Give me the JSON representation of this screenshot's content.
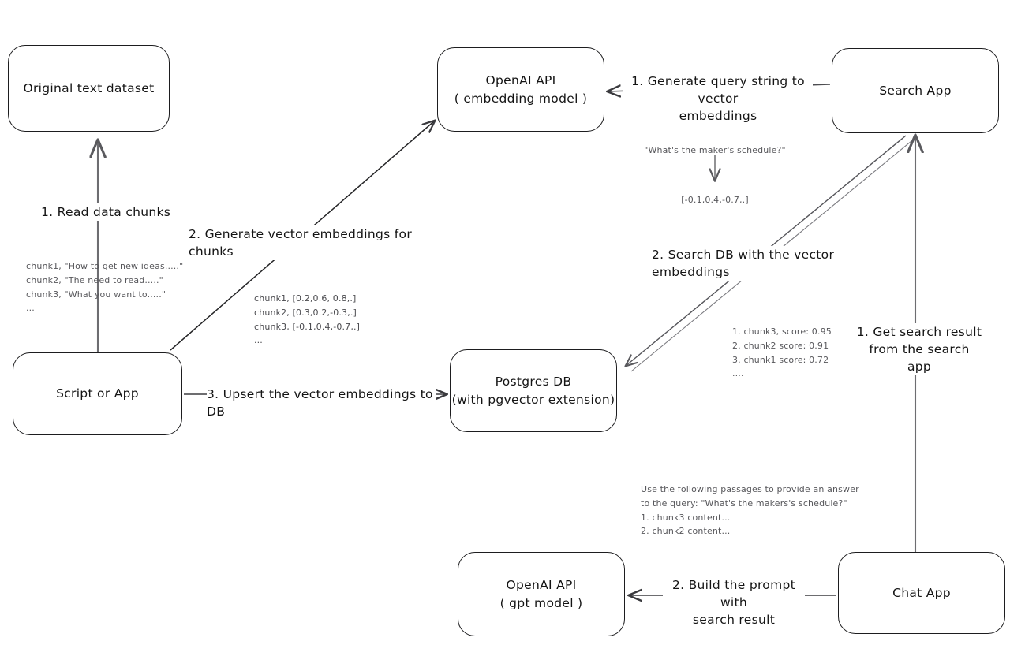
{
  "diagram": {
    "title": "Vector search RAG architecture",
    "ink_color": "#1d1d1f",
    "note_color": "#57575b",
    "background": "#ffffff"
  },
  "nodes": {
    "original_dataset": {
      "line1": "Original text dataset",
      "line2": ""
    },
    "script_or_app": {
      "line1": "Script or App",
      "line2": ""
    },
    "embedding_api": {
      "line1": "OpenAI API",
      "line2": "( embedding model )"
    },
    "postgres_db": {
      "line1": "Postgres DB",
      "line2": "(with pgvector extension)"
    },
    "search_app": {
      "line1": "Search App",
      "line2": ""
    },
    "chat_app": {
      "line1": "Chat App",
      "line2": ""
    },
    "gpt_api": {
      "line1": "OpenAI API",
      "line2": "( gpt model )"
    }
  },
  "edge_labels": {
    "read_chunks": "1. Read data chunks",
    "generate_embeddings": "2. Generate vector embeddings for chunks",
    "upsert_embeddings": "3. Upsert the vector embeddings  to DB",
    "generate_query_embeddings": "1. Generate query string to vector\nembeddings",
    "search_db": "2. Search DB with the vector embeddings",
    "get_search_result": "1. Get search result\nfrom the search app",
    "build_prompt": "2. Build the prompt with\nsearch result"
  },
  "notes": {
    "chunks_sample": "chunk1, \"How to get new ideas.....\"\nchunk2, \"The need to read.....\"\nchunk3, \"What you want to.....\"\n...",
    "chunk_vectors": "chunk1, [0.2,0.6, 0.8,.]\nchunk2, [0.3,0.2,-0.3,.]\nchunk3, [-0.1,0.4,-0.7,.]\n...",
    "query_string": "\"What's the maker's schedule?\"",
    "query_vector": "[-0.1,0.4,-0.7,.]",
    "search_results": "1. chunk3, score: 0.95\n2. chunk2 score: 0.91\n3. chunk1 score: 0.72\n....",
    "prompt_sample": "Use the following passages to provide an answer\nto the query: \"What's the makers's schedule?\"\n1. chunk3 content...\n2. chunk2 content..."
  }
}
